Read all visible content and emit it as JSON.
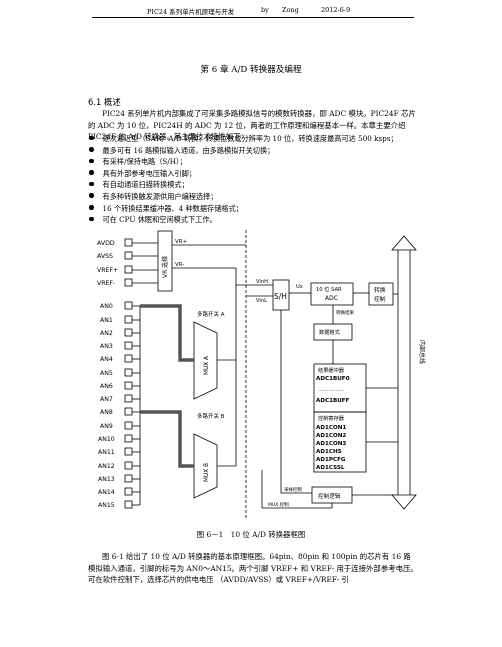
{
  "header": {
    "book": "PIC24 系列单片机原理与开发",
    "by": "by",
    "author": "Zong",
    "date": "2012-6-9"
  },
  "chapter_title": "第 6 章 A/D 转换器及编程",
  "section_title": "6.1 概述",
  "intro": "PIC24 系列单片机内部集成了可采集多路模拟信号的模数转换器，即 ADC 模块。PIC24F 芯片的 ADC 为 10 位，PIC24H 的 ADC 为 12 位，两者的工作原理和编程基本一样。本章主要介绍 PIC24F 的 A/D 转换器。其主要技术特性如下：",
  "features": [
    "逐次逼近型（SAR）A/D 转换，转换位数或分辨率为 10 位，转换速度最高可达 500 ksps；",
    "最多可有 16 路模拟输入通道，由多路模拟开关切换；",
    "有采样/保持电路（S/H）；",
    "具有外部参考电压输入引脚；",
    "有自动通道扫描转换模式；",
    "有多种转换触发源供用户编程选择；",
    "16 个转换结果缓冲器、4 种数据存储格式；",
    "可在 CPU 休眠和空闲模式下工作。"
  ],
  "diagram": {
    "ref_pins": [
      "AVDD",
      "AVSS",
      "VREF+",
      "VREF-"
    ],
    "vr_select": "VR 选择",
    "vr_plus": "VR+",
    "vr_minus": "VR-",
    "analog_pins": [
      "AN0",
      "AN1",
      "AN2",
      "AN3",
      "AN4",
      "AN5",
      "AN6",
      "AN7",
      "AN8",
      "AN9",
      "AN10",
      "AN11",
      "AN12",
      "AN13",
      "AN14",
      "AN15"
    ],
    "mux_a_label": "多路开关 A",
    "mux_b_label": "多路开关 B",
    "mux_a": "MUX A",
    "mux_b": "MUX B",
    "vinh": "VinH",
    "vinl": "VinL",
    "sh": "S/H",
    "ux": "Ux",
    "adc_top": "10 位 SAR",
    "adc_bottom": "ADC",
    "conv_ctrl": [
      "转换",
      "控制"
    ],
    "conv_result": "转换结果",
    "data_format": "数据格式",
    "buf_title": "结果缓冲器",
    "buf_first": "ADC1BUF0",
    "buf_dots": "……………",
    "buf_last": "ADC1BUFF",
    "reg_title": "控制寄存器",
    "registers": [
      "AD1CON1",
      "AD1CON2",
      "AD1CON3",
      "AD1CHS",
      "AD1PCFG",
      "AD1CSSL"
    ],
    "bus": "内部总线",
    "sample_ctrl": "采样控制",
    "ctrl_logic": "控制逻辑",
    "mux_ctrl": "MUX 控制"
  },
  "figure_caption": "图 6－1　10 位 A/D 转换器框图",
  "body_text": "图 6-1 给出了 10 位 A/D 转换器的基本原理框图。64pin、80pin 和 100pin 的芯片有 16 路模拟输入通道，引脚的标号为 AN0～AN15。两个引脚 VREF+ 和 VREF- 用于连接外部参考电压。可在软件控制下，选择芯片的供电电压 （AVDD/AVSS）或 VREF+/VREF- 引"
}
